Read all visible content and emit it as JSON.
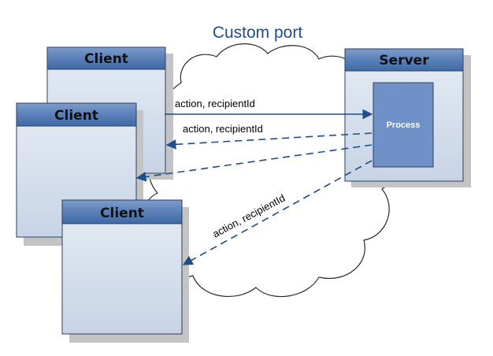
{
  "diagram": {
    "title": "Custom port",
    "clients": [
      {
        "label": "Client"
      },
      {
        "label": "Client"
      },
      {
        "label": "Client"
      }
    ],
    "server": {
      "label": "Server",
      "process_label": "Process"
    },
    "arrows": [
      {
        "label": "action, recipientId",
        "style": "solid",
        "direction": "client-to-server"
      },
      {
        "label": "action, recipientId",
        "style": "dashed",
        "direction": "server-to-client"
      },
      {
        "label": "",
        "style": "dashed",
        "direction": "server-to-client"
      },
      {
        "label": "action, recipientId",
        "style": "dashed",
        "direction": "server-to-client"
      }
    ],
    "colors": {
      "header": "#4f79b2",
      "body": "#dbe4ef",
      "border": "#2c3f5f",
      "shadow": "#c4c4c4",
      "arrow": "#1f4e8c",
      "process": "#6f91c7"
    }
  }
}
